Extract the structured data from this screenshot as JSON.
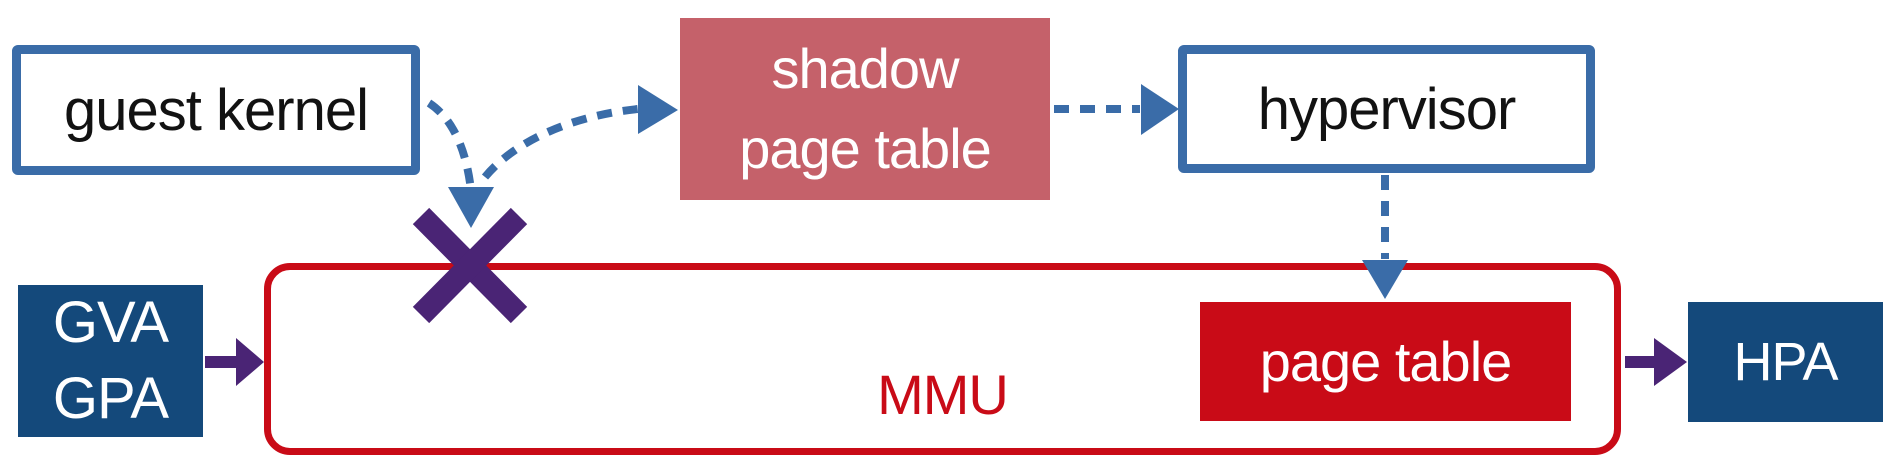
{
  "colors": {
    "blue": "#3A6CA8",
    "navy": "#14497B",
    "rose": "#C5616A",
    "red": "#C90B17",
    "purple": "#4A2475",
    "ink": "#121212",
    "paper": "#FFFFFF"
  },
  "nodes": {
    "guest_kernel": {
      "label": "guest kernel"
    },
    "shadow_page_table": {
      "lines": [
        "shadow",
        "page table"
      ]
    },
    "hypervisor": {
      "label": "hypervisor"
    },
    "gva_gpa": {
      "lines": [
        "GVA",
        "GPA"
      ]
    },
    "mmu": {
      "label": "MMU"
    },
    "page_table": {
      "label": "page table"
    },
    "hpa": {
      "label": "HPA"
    }
  },
  "edges": [
    {
      "from": "guest_kernel",
      "to": "mmu",
      "style": "dashed-blue",
      "blocked": true
    },
    {
      "from": "guest_kernel",
      "to": "shadow_page_table",
      "style": "dashed-blue",
      "blocked": false
    },
    {
      "from": "shadow_page_table",
      "to": "hypervisor",
      "style": "dashed-blue",
      "blocked": false
    },
    {
      "from": "hypervisor",
      "to": "page_table",
      "style": "dashed-blue",
      "blocked": false
    },
    {
      "from": "gva_gpa",
      "to": "mmu",
      "style": "solid-purple",
      "blocked": false
    },
    {
      "from": "mmu",
      "to": "hpa",
      "style": "solid-purple",
      "blocked": false
    }
  ]
}
